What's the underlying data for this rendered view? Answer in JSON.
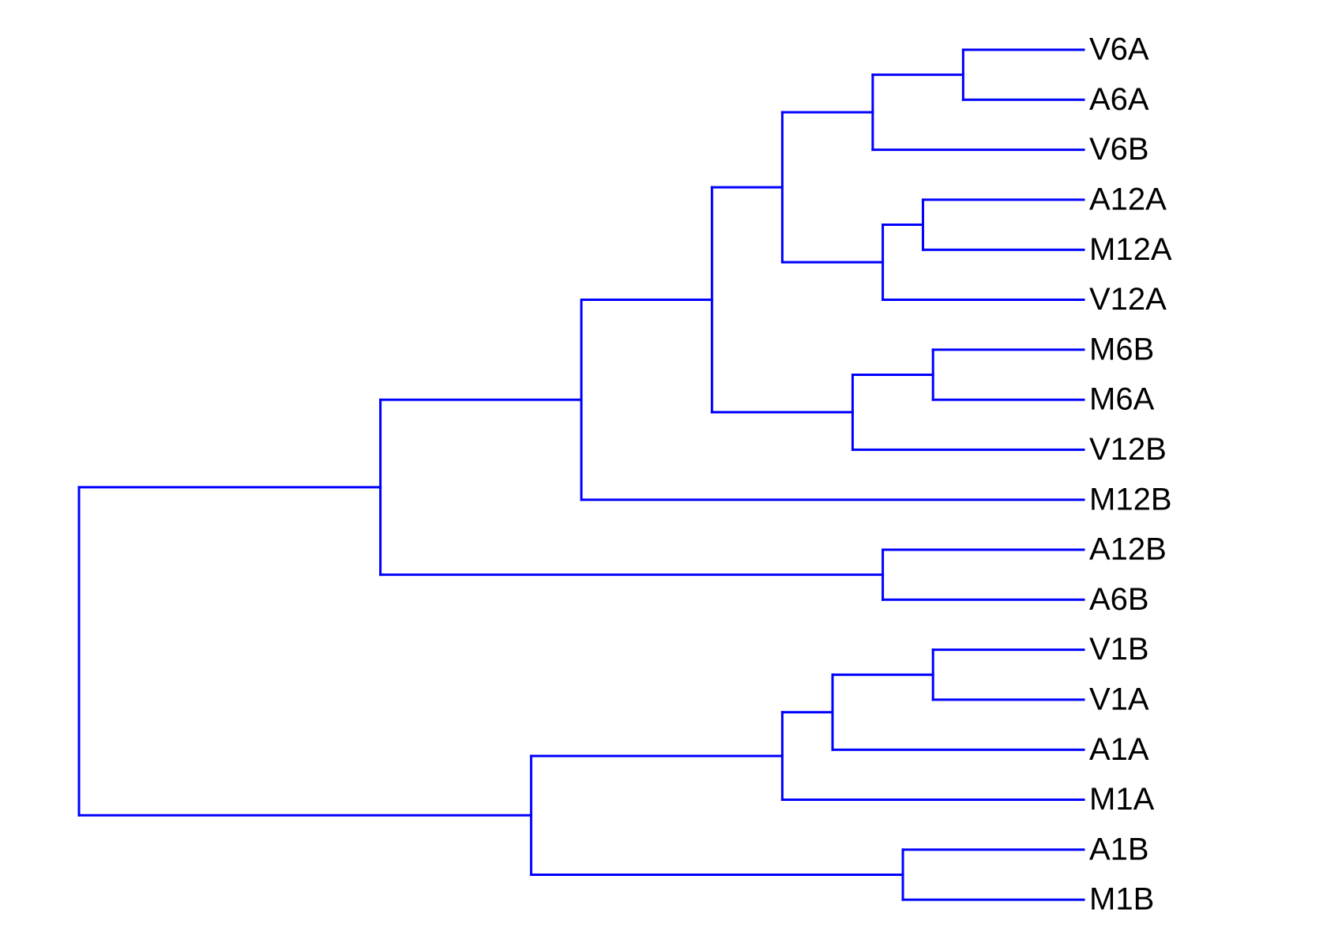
{
  "colors": {
    "branch": "#0000ff",
    "label": "#000000",
    "background": "#ffffff"
  },
  "dendrogram": {
    "orientation": "leaves-right",
    "leaves": [
      "V6A",
      "A6A",
      "V6B",
      "A12A",
      "M12A",
      "V12A",
      "M6B",
      "M6A",
      "V12B",
      "M12B",
      "A12B",
      "A6B",
      "V1B",
      "V1A",
      "A1A",
      "M1A",
      "A1B",
      "M1B"
    ],
    "merges": [
      {
        "id": "n1",
        "children": [
          "V6A",
          "A6A"
        ],
        "height": 0.12
      },
      {
        "id": "n2",
        "children": [
          "n1",
          "V6B"
        ],
        "height": 0.21
      },
      {
        "id": "n3",
        "children": [
          "A12A",
          "M12A"
        ],
        "height": 0.16
      },
      {
        "id": "n4",
        "children": [
          "n3",
          "V12A"
        ],
        "height": 0.2
      },
      {
        "id": "n5",
        "children": [
          "n2",
          "n4"
        ],
        "height": 0.3
      },
      {
        "id": "n6",
        "children": [
          "M6B",
          "M6A"
        ],
        "height": 0.15
      },
      {
        "id": "n7",
        "children": [
          "n6",
          "V12B"
        ],
        "height": 0.23
      },
      {
        "id": "n8",
        "children": [
          "n5",
          "n7"
        ],
        "height": 0.37
      },
      {
        "id": "n9",
        "children": [
          "n8",
          "M12B"
        ],
        "height": 0.5
      },
      {
        "id": "n10",
        "children": [
          "A12B",
          "A6B"
        ],
        "height": 0.2
      },
      {
        "id": "n11",
        "children": [
          "n9",
          "n10"
        ],
        "height": 0.7
      },
      {
        "id": "n12",
        "children": [
          "V1B",
          "V1A"
        ],
        "height": 0.15
      },
      {
        "id": "n13",
        "children": [
          "n12",
          "A1A"
        ],
        "height": 0.25
      },
      {
        "id": "n14",
        "children": [
          "n13",
          "M1A"
        ],
        "height": 0.3
      },
      {
        "id": "n15",
        "children": [
          "A1B",
          "M1B"
        ],
        "height": 0.18
      },
      {
        "id": "n16",
        "children": [
          "n14",
          "n15"
        ],
        "height": 0.55
      },
      {
        "id": "n17",
        "children": [
          "n11",
          "n16"
        ],
        "height": 1.0
      }
    ]
  }
}
